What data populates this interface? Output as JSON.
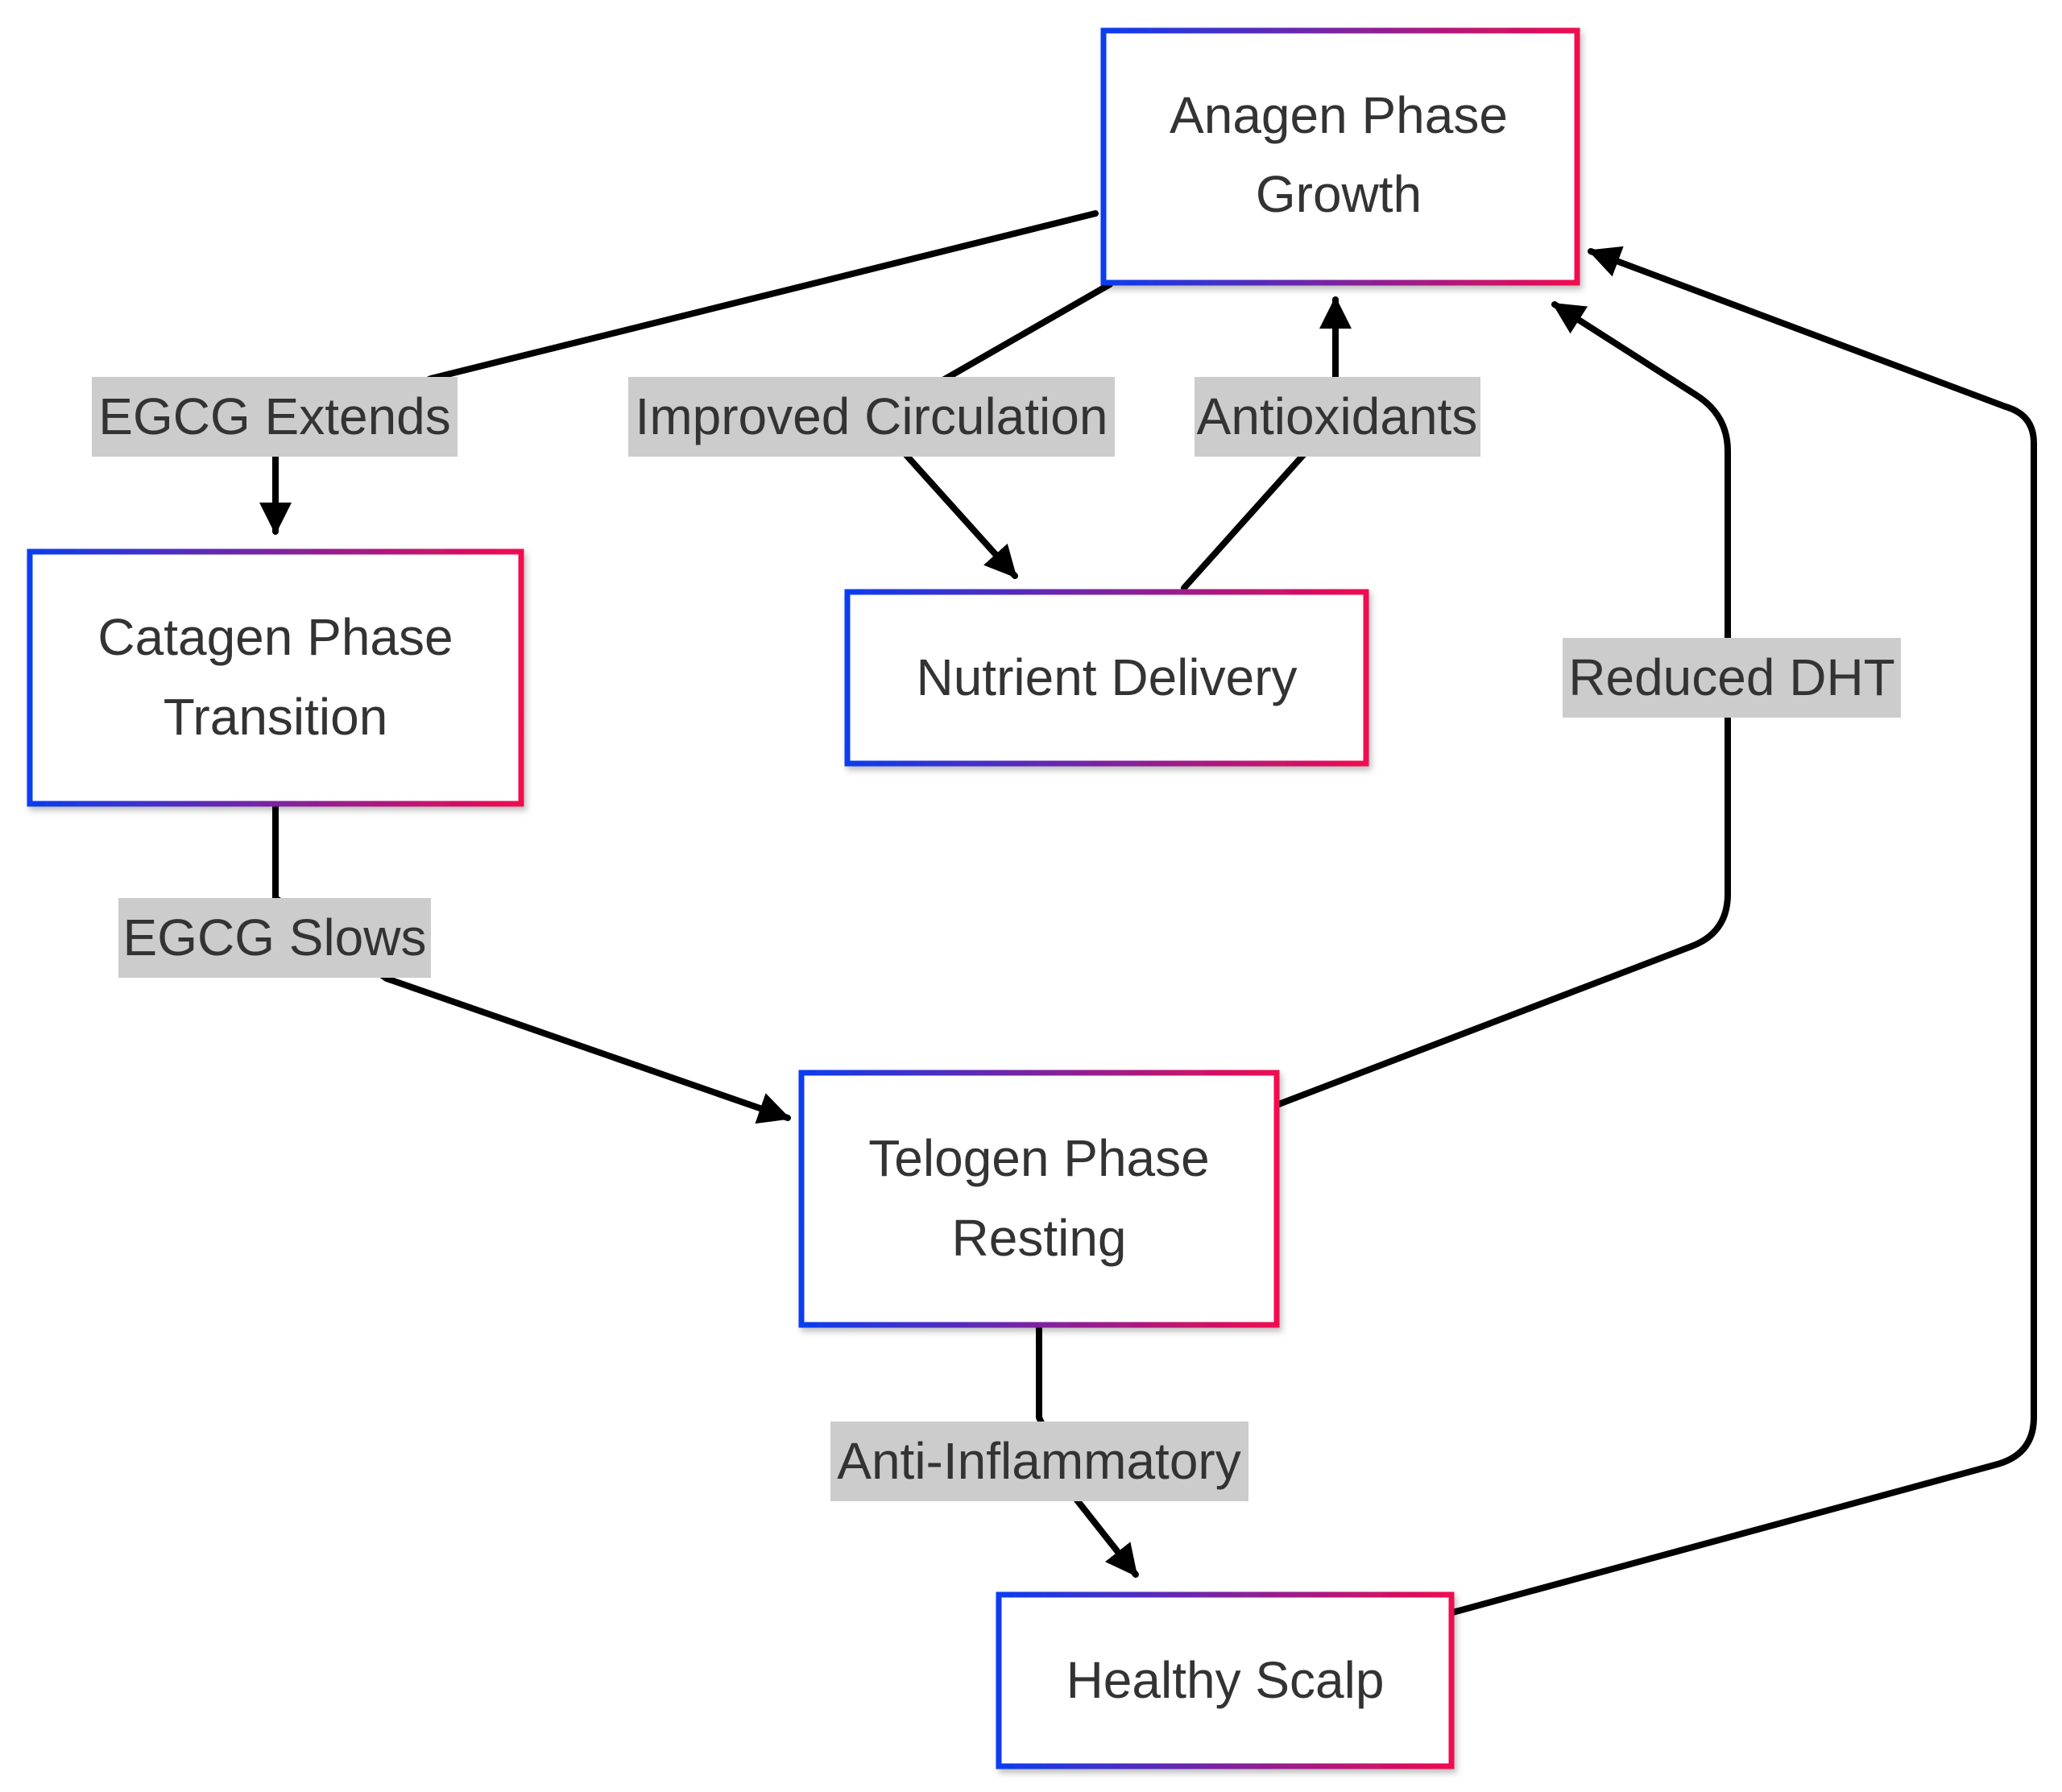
{
  "colors": {
    "gradient_start": "#0a3cf0",
    "gradient_end": "#f00a50",
    "edge": "#000000",
    "label_bg": "#cccccc",
    "text": "#333333",
    "background": "#ffffff"
  },
  "nodes": {
    "anagen": {
      "line1": "Anagen Phase",
      "line2": "Growth"
    },
    "catagen": {
      "line1": "Catagen Phase",
      "line2": "Transition"
    },
    "nutrient": {
      "label": "Nutrient Delivery"
    },
    "telogen": {
      "line1": "Telogen Phase",
      "line2": "Resting"
    },
    "scalp": {
      "label": "Healthy Scalp"
    }
  },
  "edges": {
    "egcg_extends": "EGCG Extends",
    "improved_circulation": "Improved Circulation",
    "antioxidants": "Antioxidants",
    "reduced_dht": "Reduced DHT",
    "egcg_slows": "EGCG Slows",
    "anti_inflammatory": "Anti-Inflammatory"
  }
}
